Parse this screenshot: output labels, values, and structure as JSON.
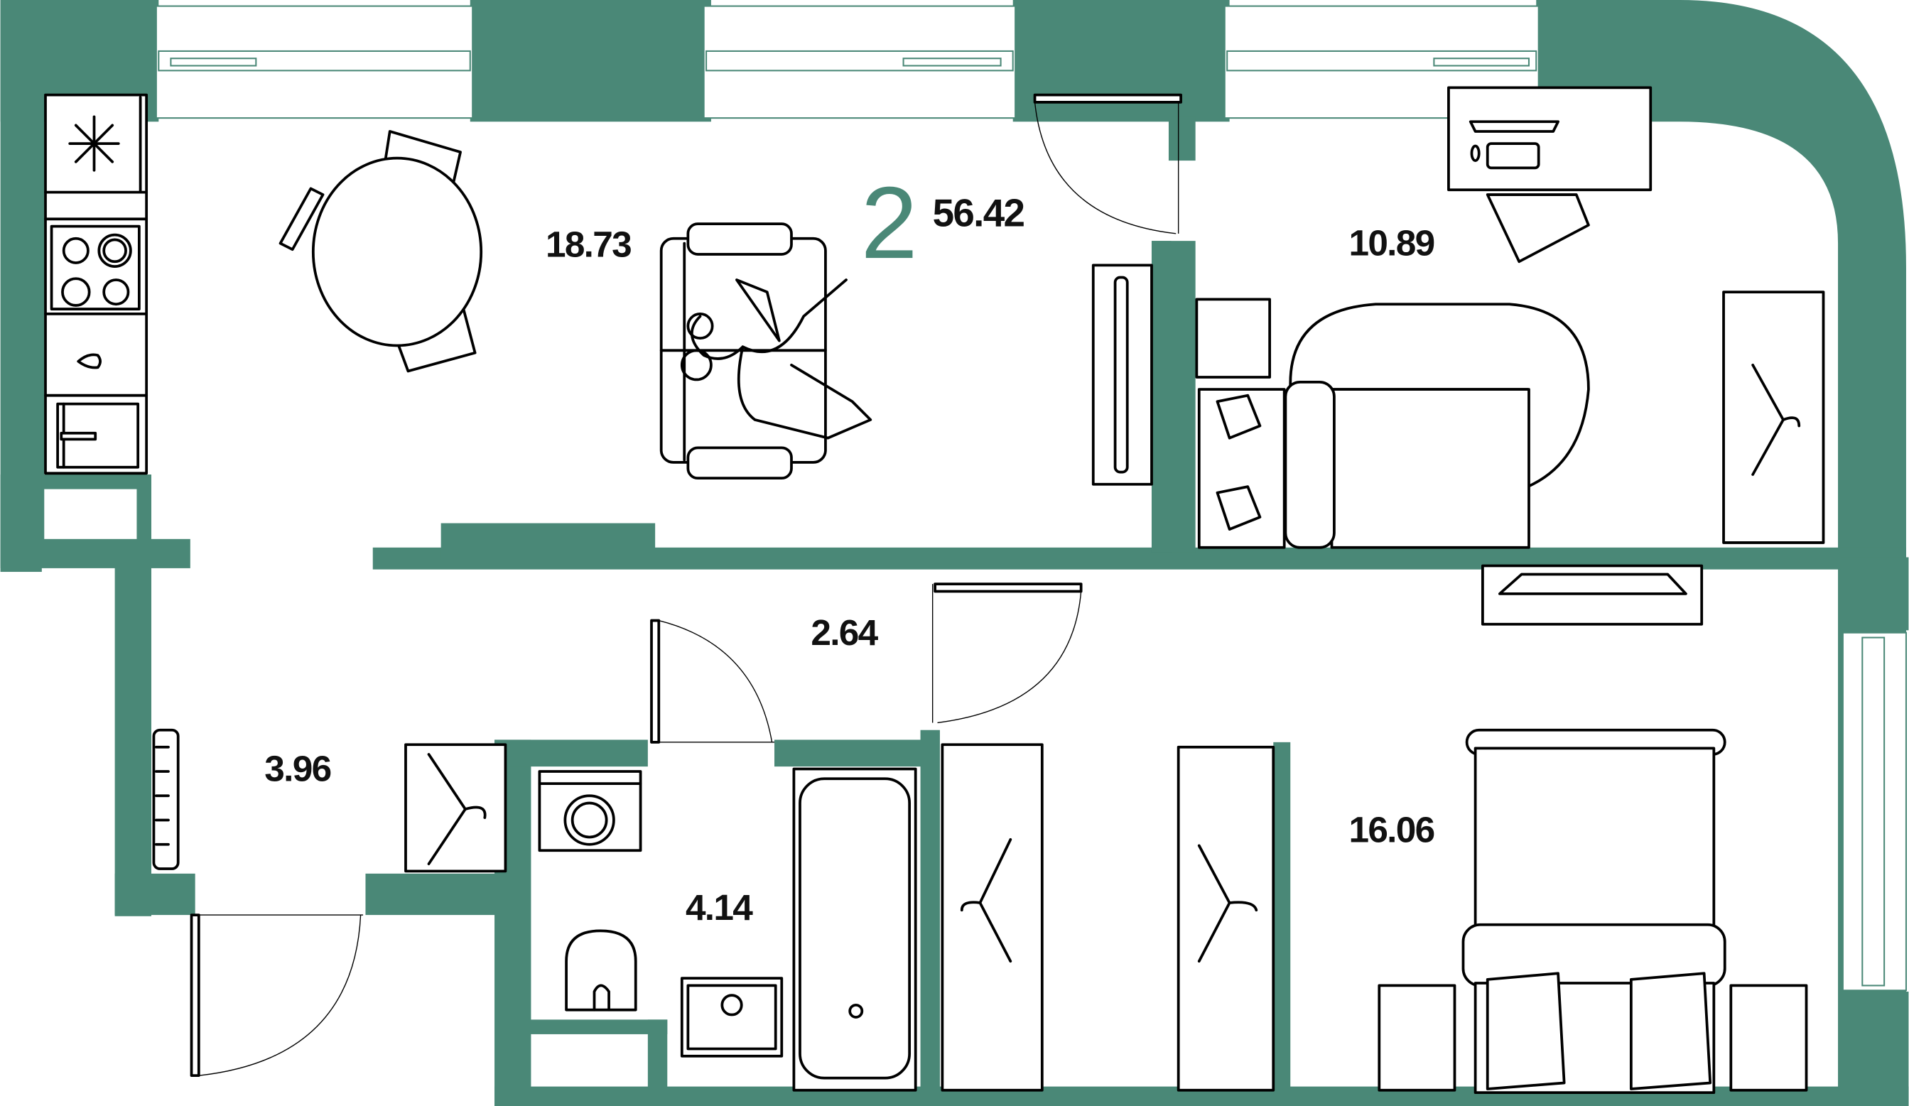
{
  "plan": {
    "rooms_count": "2",
    "total_area": "56.42",
    "colors": {
      "wall": "#4a8877",
      "furniture_line": "#000000",
      "background": "#ffffff"
    }
  },
  "rooms": [
    {
      "id": "kitchen-living",
      "area": "18.73"
    },
    {
      "id": "bedroom-small",
      "area": "10.89"
    },
    {
      "id": "corridor",
      "area": "2.64"
    },
    {
      "id": "hallway",
      "area": "3.96"
    },
    {
      "id": "bathroom",
      "area": "4.14"
    },
    {
      "id": "bedroom-large",
      "area": "16.06"
    }
  ],
  "icons": [
    "snowflake-icon",
    "stove-icon",
    "sink-icon",
    "oven-icon",
    "dining-table-icon",
    "sofa-with-people-icon",
    "tv-icon",
    "desk-icon",
    "office-chair-icon",
    "bed-icon",
    "wardrobe-hanger-icon",
    "washing-machine-icon",
    "toilet-icon",
    "washbasin-icon",
    "bathtub-icon",
    "radiator-icon",
    "nightstand-icon",
    "door-icon",
    "window-icon"
  ]
}
